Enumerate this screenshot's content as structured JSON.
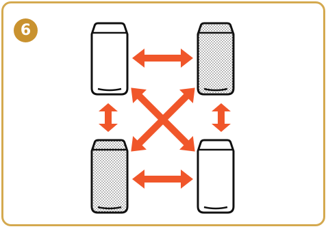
{
  "step": {
    "number": "6"
  },
  "colors": {
    "border": "#d4a94f",
    "badge": "#c9922f",
    "arrow": "#f0562a",
    "can_outline": "#111111"
  },
  "cans": [
    {
      "id": "top-left",
      "fill": "plain"
    },
    {
      "id": "top-right",
      "fill": "dotted"
    },
    {
      "id": "bottom-left",
      "fill": "dotted"
    },
    {
      "id": "bottom-right",
      "fill": "plain"
    }
  ],
  "arrows": [
    {
      "from": "top-left",
      "to": "top-right",
      "icon": "double-arrow"
    },
    {
      "from": "bottom-left",
      "to": "bottom-right",
      "icon": "double-arrow"
    },
    {
      "from": "top-left",
      "to": "bottom-left",
      "icon": "double-arrow"
    },
    {
      "from": "top-right",
      "to": "bottom-right",
      "icon": "double-arrow"
    },
    {
      "from": "top-left",
      "to": "bottom-right",
      "icon": "double-arrow"
    },
    {
      "from": "top-right",
      "to": "bottom-left",
      "icon": "double-arrow"
    }
  ]
}
